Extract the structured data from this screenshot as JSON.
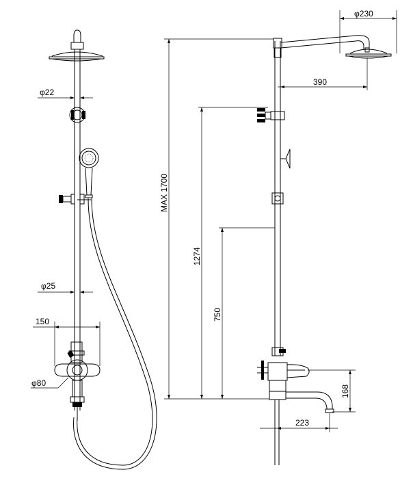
{
  "dimensions": {
    "head_diameter": "φ230",
    "arm_length": "390",
    "max_height": "MAX 1700",
    "slider_height": "1274",
    "mixer_height": "750",
    "spout_drop": "168",
    "spout_reach": "223",
    "rail_diameter": "φ22",
    "pipe_diameter": "φ25",
    "center_distance": "150",
    "flange_diameter": "φ80"
  },
  "colors": {
    "line": "#000000",
    "background": "#ffffff"
  }
}
